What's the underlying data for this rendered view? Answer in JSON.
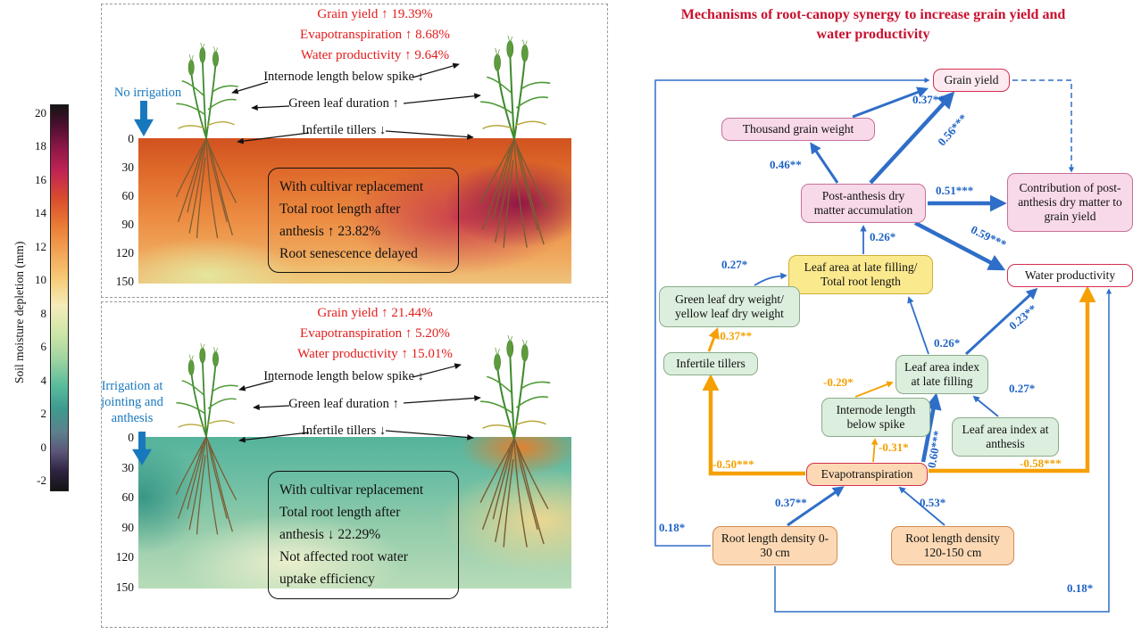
{
  "colorbar": {
    "label": "Soil moisture depletion (mm)",
    "ticks": [
      "20",
      "18",
      "16",
      "14",
      "12",
      "10",
      "8",
      "6",
      "4",
      "2",
      "0",
      "-2"
    ]
  },
  "panels": {
    "top": {
      "stats": [
        "Grain yield ↑ 19.39%",
        "Evapotranspiration ↑ 8.68%",
        "Water productivity ↑ 9.64%"
      ],
      "annotations": [
        "Internode length below spike ↓",
        "Green leaf duration ↑",
        "Infertile tillers ↓"
      ],
      "irrigation_label": "No irrigation",
      "depth_ticks": [
        "0",
        "30",
        "60",
        "90",
        "120",
        "150"
      ],
      "note": [
        "With cultivar replacement",
        "Total root length after",
        "anthesis ↑ 23.82%",
        "Root senescence delayed"
      ]
    },
    "bottom": {
      "stats": [
        "Grain yield ↑ 21.44%",
        "Evapotranspiration ↑ 5.20%",
        "Water productivity ↑ 15.01%"
      ],
      "annotations": [
        "Internode length below spike ↓",
        "Green leaf duration ↑",
        "Infertile tillers ↓"
      ],
      "irrigation_label": "Irrigation at jointing and anthesis",
      "depth_ticks": [
        "0",
        "30",
        "60",
        "90",
        "120",
        "150"
      ],
      "note": [
        "With cultivar replacement",
        "Total root length after",
        "anthesis ↓ 22.29%",
        "Not affected root water",
        "uptake efficiency"
      ]
    }
  },
  "diagram": {
    "title": "Mechanisms of root-canopy synergy to increase grain yield and water productivity",
    "nodes": {
      "grain_yield": "Grain yield",
      "thousand_grain_weight": "Thousand grain weight",
      "post_anthesis_dma": "Post-anthesis dry matter accumulation",
      "contribution": "Contribution of post-anthesis dry matter to grain yield",
      "water_productivity": "Water productivity",
      "leaf_area_ratio": "Leaf area at late filling/ Total root length",
      "green_yellow_ratio": "Green leaf dry weight/ yellow leaf dry weight",
      "infertile_tillers": "Infertile tillers",
      "lai_late_filling": "Leaf area index at late filling",
      "internode_length": "Internode length below spike",
      "lai_anthesis": "Leaf area index at anthesis",
      "evapotranspiration": "Evapotranspiration",
      "rld_0_30": "Root length density 0-30 cm",
      "rld_120_150": "Root length density 120-150 cm"
    },
    "edges": {
      "tgw_gy": "0.37**",
      "padma_gy": "0.56***",
      "padma_tgw": "0.46**",
      "padma_contribution": "0.51***",
      "padma_wp": "0.59***",
      "laratio_padma": "0.26*",
      "glw_laratio": "0.27*",
      "tillers_glw": "-0.37**",
      "lai_wp": "0.23**",
      "lai_laratio": "0.26*",
      "internode_lai": "-0.29*",
      "laia_lai": "0.27*",
      "et_internode": "-0.31*",
      "et_tillers": "-0.50***",
      "et_lai": "0.60***",
      "et_wp": "-0.58***",
      "rld030_et": "0.37**",
      "rld120_et": "0.53*",
      "rld030_gy": "0.18*",
      "rld030_wp": "0.18*"
    },
    "colors": {
      "positive_path": "#2f6ec8",
      "negative_path": "#f5a000",
      "title": "#c8102e",
      "stat_text": "#e31b1b",
      "irrigation_text": "#1878be"
    }
  }
}
